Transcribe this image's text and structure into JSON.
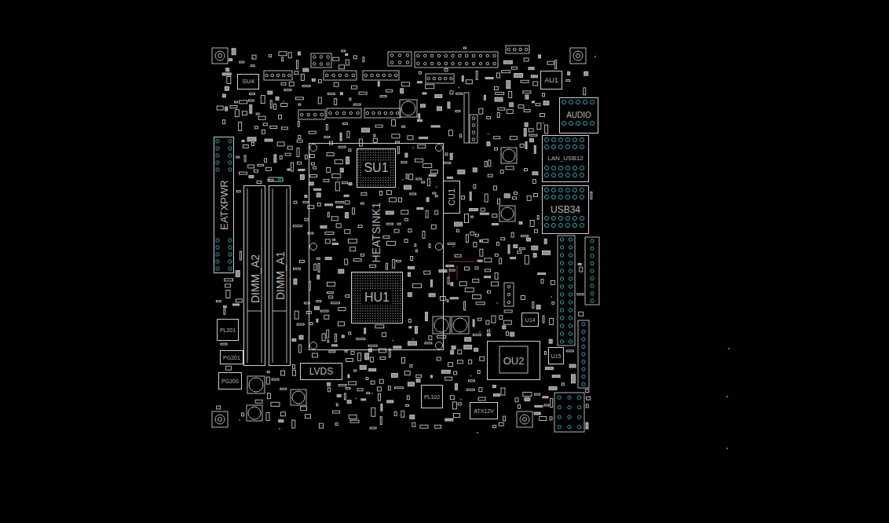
{
  "diagram": {
    "nodes": [
      {
        "text": [
          "SU4"
        ]
      },
      {
        "text": [
          "AU1"
        ]
      },
      {
        "text": [
          "AUDIO"
        ]
      },
      {
        "text": [
          "EATXPWR"
        ]
      },
      {
        "text": [
          "HEATSINK1"
        ]
      },
      {
        "text": [
          "SU1"
        ],
        "in": 4
      },
      {
        "text": [
          "HU1"
        ],
        "in": 4
      },
      {
        "text": [
          "LAN_USB12"
        ]
      },
      {
        "text": [
          "CU1"
        ]
      },
      {
        "text": [
          "USB34"
        ]
      },
      {
        "text": [
          "DIMM_A2"
        ]
      },
      {
        "text": [
          "DIMM_A1"
        ]
      },
      {
        "text": [
          "U14"
        ]
      },
      {
        "text": [
          "PL201"
        ]
      },
      {
        "text": [
          "OU2"
        ]
      },
      {
        "text": [
          "U15"
        ]
      },
      {
        "text": [
          "PG201"
        ]
      },
      {
        "text": [
          "LVDS"
        ]
      },
      {
        "text": [
          "PG200"
        ]
      },
      {
        "text": [
          "PL102"
        ]
      },
      {
        "text": [
          "ATX12V"
        ]
      }
    ]
  }
}
